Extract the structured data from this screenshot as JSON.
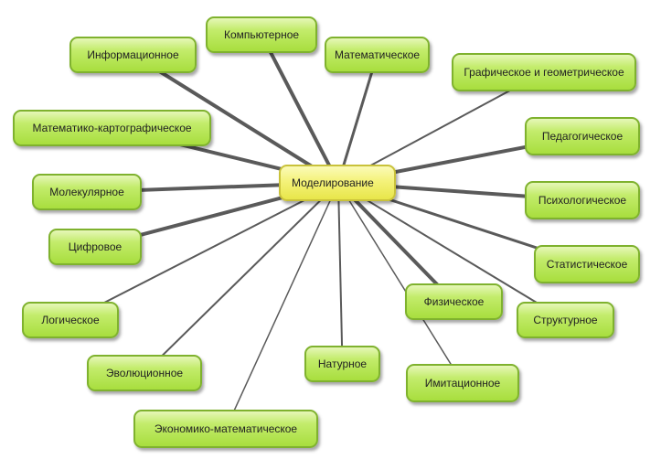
{
  "center": {
    "label": "Моделирование"
  },
  "nodes": [
    {
      "label": "Информационное"
    },
    {
      "label": "Компьютерное"
    },
    {
      "label": "Математическое"
    },
    {
      "label": "Графическое и геометрическое"
    },
    {
      "label": "Математико-картографическое"
    },
    {
      "label": "Педагогическое"
    },
    {
      "label": "Молекулярное"
    },
    {
      "label": "Психологическое"
    },
    {
      "label": "Цифровое"
    },
    {
      "label": "Статистическое"
    },
    {
      "label": "Логическое"
    },
    {
      "label": "Физическое"
    },
    {
      "label": "Структурное"
    },
    {
      "label": "Эволюционное"
    },
    {
      "label": "Натурное"
    },
    {
      "label": "Имитационное"
    },
    {
      "label": "Экономико-математическое"
    }
  ],
  "colors": {
    "node": "#a8de3e",
    "center": "#f4f27a",
    "line": "#5a5a5a"
  }
}
